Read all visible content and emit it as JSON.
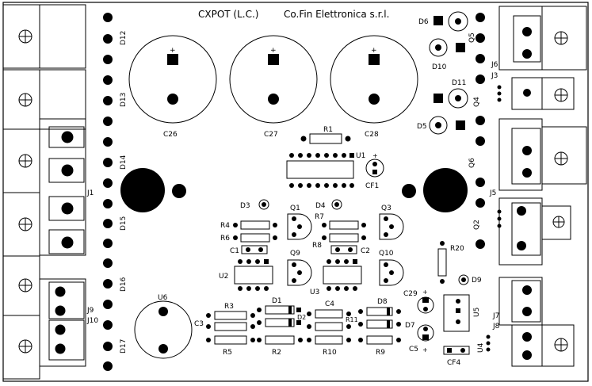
{
  "header": {
    "project": "CXPOT (L.C.)",
    "company": "Co.Fin Elettronica s.r.l."
  },
  "capacitors_large": [
    "C26",
    "C27",
    "C28"
  ],
  "polarity": {
    "plus": "+"
  },
  "labels": {
    "D12": "D12",
    "D13": "D13",
    "D14": "D14",
    "D15": "D15",
    "D16": "D16",
    "D17": "D17",
    "J1": "J1",
    "J9": "J9",
    "J10": "J10",
    "D6": "D6",
    "D10": "D10",
    "D11": "D11",
    "D5": "D5",
    "Q5": "Q5",
    "Q4": "Q4",
    "Q6": "Q6",
    "Q2": "Q2",
    "J6": "J6",
    "J3": "J3",
    "J5": "J5",
    "J7": "J7",
    "J8": "J8",
    "R1": "R1",
    "U1": "U1",
    "CF1": "CF1",
    "D3": "D3",
    "D4": "D4",
    "Q1": "Q1",
    "Q3": "Q3",
    "R4": "R4",
    "R6": "R6",
    "R7": "R7",
    "R8": "R8",
    "C1": "C1",
    "C2": "C2",
    "Q9": "Q9",
    "Q10": "Q10",
    "U2": "U2",
    "U3": "U3",
    "R20": "R20",
    "D9": "D9",
    "U6": "U6",
    "R3": "R3",
    "D1": "D1",
    "C4": "C4",
    "D8": "D8",
    "C3": "C3",
    "D2": "D2",
    "R11": "R11",
    "D7": "D7",
    "R5": "R5",
    "R2": "R2",
    "R10": "R10",
    "R9": "R9",
    "C29": "C29",
    "C5": "C5",
    "U5": "U5",
    "U4": "U4",
    "CF4": "CF4"
  }
}
